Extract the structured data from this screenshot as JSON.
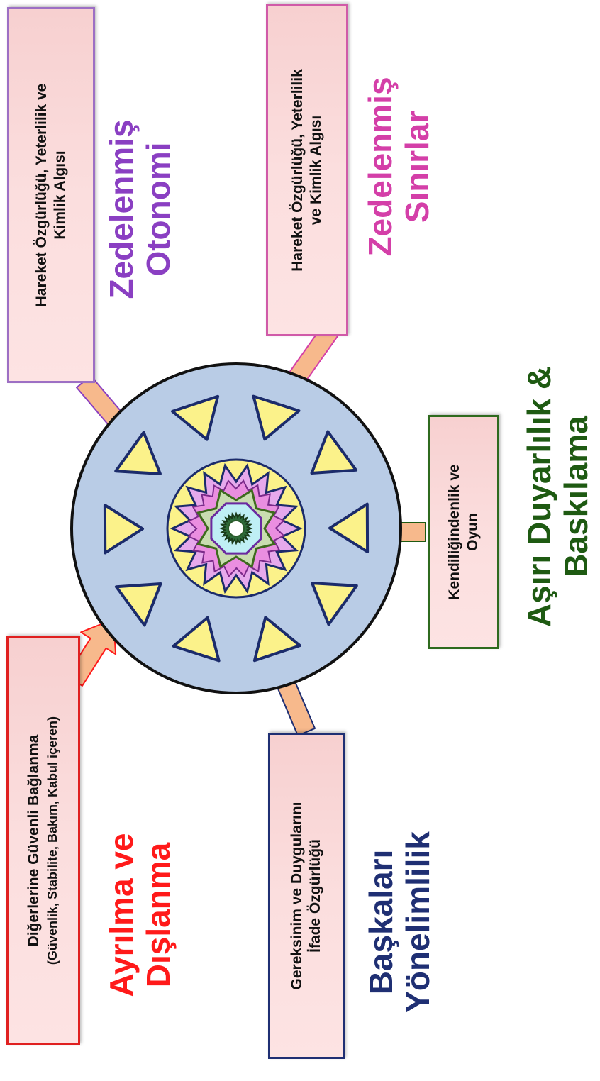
{
  "colors": {
    "circle_fill": "#b9cce6",
    "circle_stroke": "#111111",
    "triangle_fill": "#fbf28a",
    "triangle_stroke": "#1b2b6b",
    "arrow_fill": "#f7b98c",
    "red": "#ff1a1a",
    "purple": "#8a3fc2",
    "magenta": "#d43fa8",
    "navy": "#1f2f73",
    "green": "#1e5a12"
  },
  "boxes": {
    "top_left": {
      "line1": "Hareket Özgürlüğü, Yeterlilik ve",
      "line2": "Kimlik Algısı"
    },
    "top_right": {
      "line1": "Hareket Özgürlüğü, Yeterlilik",
      "line2": "ve Kimlik Algısı"
    },
    "middle_right": {
      "line1": "Kendiliğindenlik ve",
      "line2": "Oyun"
    },
    "bottom_left": {
      "line1": "Diğerlerine Güvenli Bağlanma",
      "line2": "(Güvenlik, Stabilite, Bakım, Kabul içeren)"
    },
    "bottom_middle": {
      "line1": "Gereksinim ve Duygularını",
      "line2": "İfade Özgürlüğü"
    }
  },
  "headings": {
    "otonomi": {
      "line1": "Zedelenmiş",
      "line2": "Otonomi"
    },
    "sinirlar": {
      "line1": "Zedelenmiş",
      "line2": "Sınırlar"
    },
    "asiri": {
      "line1": "Aşırı Duyarlılık &",
      "line2": "Baskılama"
    },
    "ayrilma": {
      "line1": "Ayrılma ve",
      "line2": "Dışlanma"
    },
    "baskalari": {
      "line1": "Başkaları",
      "line2": "Yönelimlilik"
    }
  }
}
